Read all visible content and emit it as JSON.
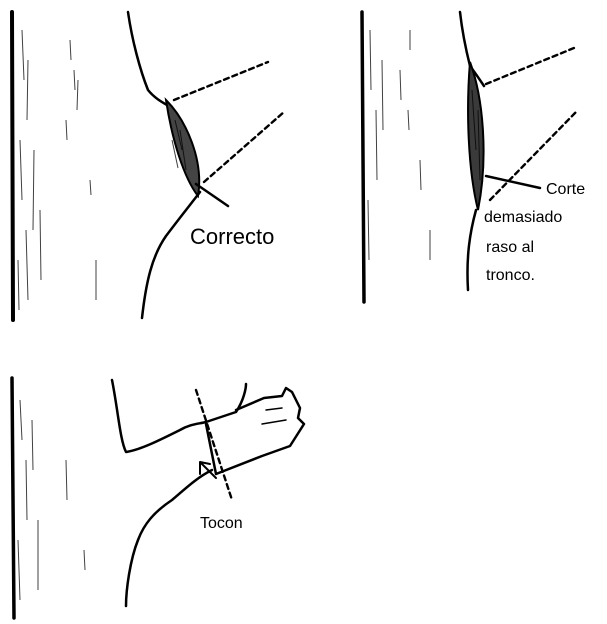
{
  "figure": {
    "panels": [
      {
        "id": "correct",
        "label_lines": [
          "Correcto"
        ]
      },
      {
        "id": "too-close",
        "label_lines": [
          "Corte",
          "demasiado",
          "raso al",
          "tronco."
        ]
      },
      {
        "id": "stub",
        "label_lines": [
          "Tocon"
        ]
      }
    ]
  }
}
